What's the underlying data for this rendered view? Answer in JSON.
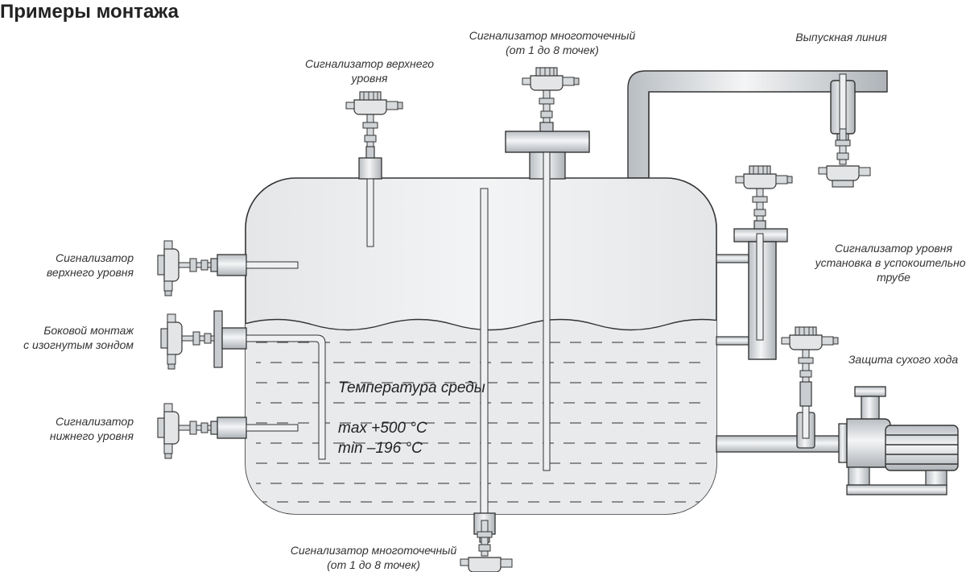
{
  "title": "Примеры монтажа",
  "labels": {
    "multi_top": [
      "Сигнализатор многоточечный",
      "(от 1 до 8 точек)"
    ],
    "upper_top": [
      "Сигнализатор верхнего",
      "уровня"
    ],
    "outlet": [
      "Выпускная линия"
    ],
    "side_upper": [
      "Сигнализатор",
      "верхнего уровня"
    ],
    "side_bent": [
      "Боковой монтаж",
      "с изогнутым зондом"
    ],
    "side_lower": [
      "Сигнализатор",
      "нижнего уровня"
    ],
    "stilling_well": [
      "Сигнализатор уровня",
      "установка в успокоительной",
      "трубе"
    ],
    "dry_run": [
      "Защита сухого хода"
    ],
    "multi_bottom": [
      "Сигнализатор многоточечный",
      "(от 1 до 8 точек)"
    ]
  },
  "medium": {
    "label": "Температура среды",
    "max": "max +500 °C",
    "min": "min –196 °C"
  }
}
